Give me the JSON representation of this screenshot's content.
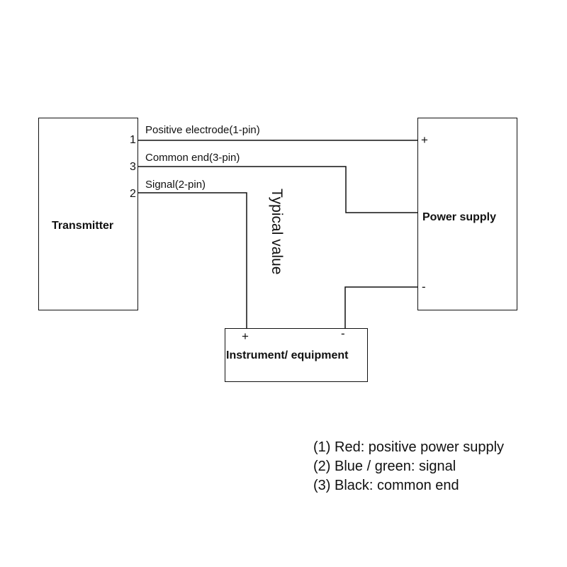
{
  "transmitter": {
    "title": "Transmitter"
  },
  "power_supply": {
    "title": "Power supply",
    "plus": "+",
    "minus": "-"
  },
  "instrument": {
    "title": "Instrument/ equipment",
    "plus": "+",
    "minus": "-"
  },
  "wires": [
    {
      "pin": "1",
      "label": "Positive electrode(1-pin)"
    },
    {
      "pin": "3",
      "label": "Common end(3-pin)"
    },
    {
      "pin": "2",
      "label": "Signal(2-pin)"
    }
  ],
  "note": "Typical value",
  "legend": [
    "(1) Red: positive power supply",
    "(2) Blue / green: signal",
    "(3) Black: common end"
  ]
}
